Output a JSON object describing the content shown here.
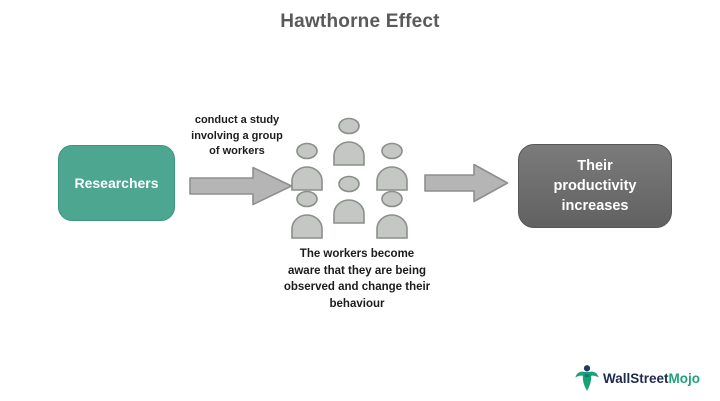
{
  "title": "Hawthorne Effect",
  "colors": {
    "teal_box_bg": "#4DA68F",
    "gray_box_bg": "#6D6D6D",
    "arrow_fill": "#B5B5B5",
    "arrow_stroke": "#8F8F8F",
    "worker_fill": "#C5C7C5",
    "worker_stroke": "#8A8F8A",
    "title_text": "#5A5A5A",
    "caption_text": "#1C1C1C",
    "logo_navy": "#1F2B4D",
    "logo_green": "#21A179"
  },
  "left_box": {
    "label": "Researchers"
  },
  "arrow1": {
    "label_lines": [
      "conduct a study",
      "involving a group",
      "of workers"
    ]
  },
  "workers": {
    "count": 6,
    "caption_lines": [
      "The workers become",
      "aware that they are being",
      "observed and change their",
      "behaviour"
    ]
  },
  "right_box": {
    "label_lines": [
      "Their",
      "productivity",
      "increases"
    ]
  },
  "logo": {
    "part1": "WallStreet",
    "part2": "Mojo"
  }
}
